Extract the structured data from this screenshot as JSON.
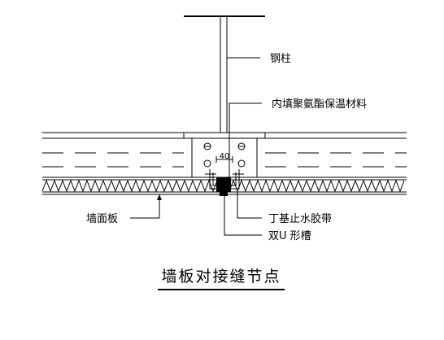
{
  "labels": {
    "steel_column": "钢柱",
    "filler": "内填聚氨酯保温材料",
    "wall_panel": "墙面板",
    "rubber_strip": "丁基止水胶带",
    "u_channel": "双U 形槽"
  },
  "dimension": "40",
  "title": "墙板对接缝节点"
}
